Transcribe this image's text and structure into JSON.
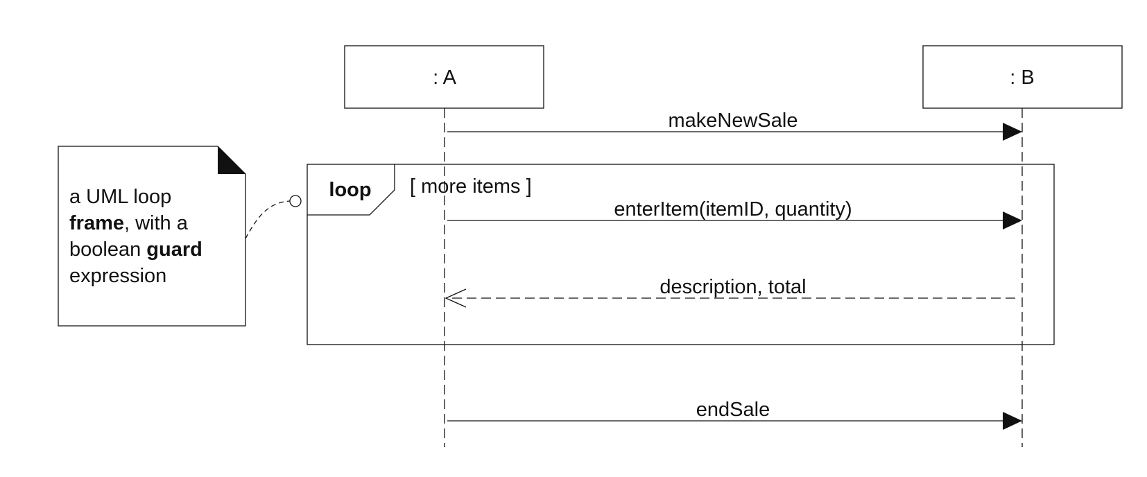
{
  "participants": [
    {
      "id": "a",
      "label": ": A"
    },
    {
      "id": "b",
      "label": ": B"
    }
  ],
  "messages": [
    {
      "id": "makeNewSale",
      "label": "makeNewSale",
      "kind": "synchronous"
    },
    {
      "id": "enterItem",
      "label": "enterItem(itemID, quantity)",
      "kind": "synchronous"
    },
    {
      "id": "reply",
      "label": "description, total",
      "kind": "reply"
    },
    {
      "id": "endSale",
      "label": "endSale",
      "kind": "synchronous"
    }
  ],
  "frame": {
    "operator": "loop",
    "guard": "[ more items ]"
  },
  "note": {
    "lines": [
      [
        {
          "text": "a UML loop",
          "bold": false
        }
      ],
      [
        {
          "text": "frame",
          "bold": true
        },
        {
          "text": ", with a",
          "bold": false
        }
      ],
      [
        {
          "text": "boolean ",
          "bold": false
        },
        {
          "text": "guard",
          "bold": true
        }
      ],
      [
        {
          "text": "expression",
          "bold": false
        }
      ]
    ]
  },
  "colors": {
    "stroke": "#111111",
    "background": "#ffffff"
  }
}
